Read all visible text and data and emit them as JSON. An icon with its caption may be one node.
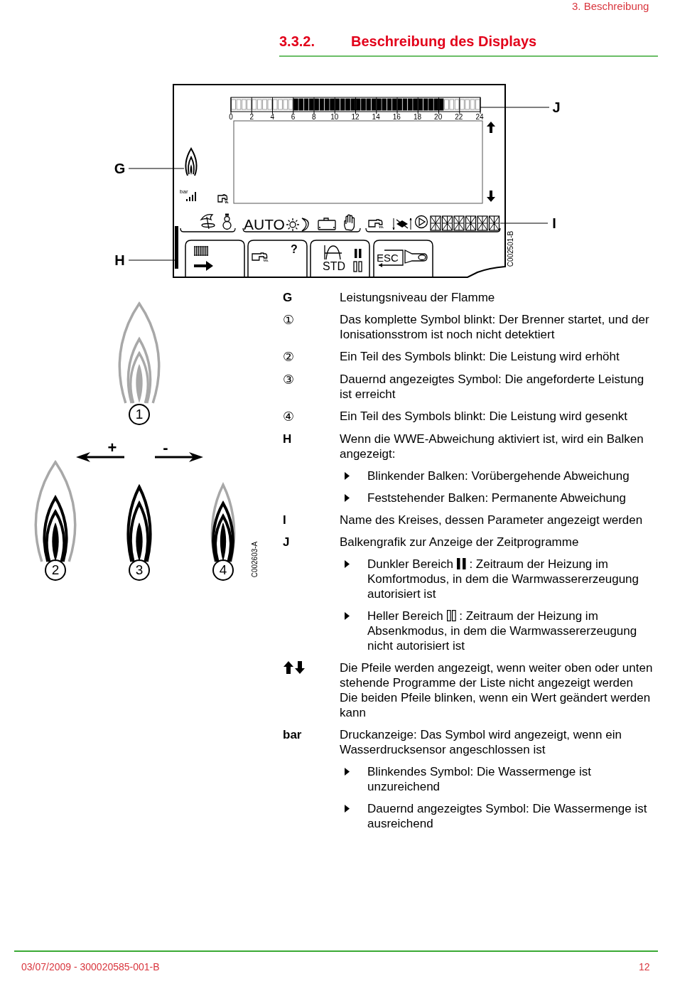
{
  "diagram": {
    "title": "Beschreibung des Displays",
    "nodes": [
      {
        "text": [
          "J"
        ]
      },
      {
        "text": [],
        "shape": "bar"
      },
      {
        "text": [
          "G"
        ]
      },
      {
        "text": [],
        "shape": "flame"
      },
      {
        "text": [
          "H"
        ]
      },
      {
        "text": [],
        "shape": "bar"
      },
      {
        "text": [
          "I"
        ]
      },
      {
        "text": [],
        "shape": "box"
      }
    ],
    "edges": [
      {
        "from": 0,
        "to": 1,
        "arrow": "none"
      },
      {
        "from": 2,
        "to": 3,
        "arrow": "none"
      },
      {
        "from": 4,
        "to": 5,
        "arrow": "none"
      },
      {
        "from": 6,
        "to": 7,
        "arrow": "none"
      }
    ],
    "labels": [
      "3. Beschreibung",
      "3.3.2.",
      "0",
      "2",
      "4",
      "6",
      "8",
      "10",
      "12",
      "14",
      "16",
      "18",
      "20",
      "22",
      "24",
      "bar",
      "AUTO",
      "?",
      "STD",
      "ESC",
      "C002501-B",
      "1",
      "+",
      "-",
      "2",
      "3",
      "4",
      "C002603-A",
      "G",
      "Leistungsniveau der Flamme",
      "①",
      "Das komplette Symbol blinkt: Der Brenner startet, und der Ionisationsstrom ist noch nicht detektiert",
      "②",
      "Ein Teil des Symbols blinkt: Die Leistung wird erhöht",
      "③",
      "Dauernd angezeigtes Symbol: Die angeforderte Leistung ist erreicht",
      "④",
      "Ein Teil des Symbols blinkt: Die Leistung wird gesenkt",
      "H",
      "Wenn die WWE-Abweichung aktiviert ist, wird ein Balken angezeigt:",
      "Blinkender Balken: Vorübergehende Abweichung",
      "Feststehender Balken: Permanente Abweichung",
      "I",
      "Name des Kreises, dessen Parameter angezeigt werden",
      "J",
      "Balkengrafik zur Anzeige der Zeitprogramme",
      "Dunkler Bereich",
      ": Zeitraum der Heizung im Komfortmodus, in dem die Warmwassererzeugung autorisiert ist",
      "Heller Bereich",
      ": Zeitraum der Heizung im Absenkmodus, in dem die Warmwassererzeugung nicht autorisiert ist",
      "Die Pfeile werden angezeigt, wenn weiter oben oder unten stehende Programme der Liste nicht angezeigt werden",
      "Die beiden Pfeile blinken, wenn ein Wert geändert werden kann",
      "bar",
      "Druckanzeige: Das Symbol wird angezeigt, wenn ein Wasserdrucksensor angeschlossen ist",
      "Blinkendes Symbol: Die Wassermenge ist unzureichend",
      "Dauernd angezeigtes Symbol: Die Wassermenge ist ausreichend",
      "03/07/2009 - 300020585-001-B",
      "12"
    ]
  }
}
